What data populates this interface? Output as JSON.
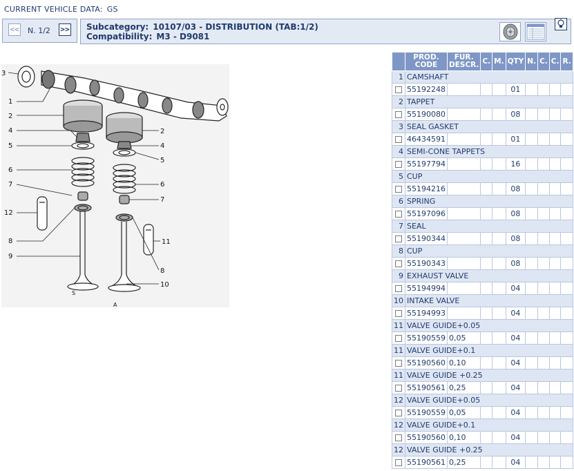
{
  "vehicle": {
    "label": "CURRENT VEHICLE DATA:",
    "value": "GS"
  },
  "nav": {
    "prev": "<<",
    "next": ">>",
    "page": "N. 1/2"
  },
  "subcategory": {
    "label": "Subcategory:",
    "value": "10107/03 - DISTRIBUTION (TAB:1/2)",
    "compat_label": "Compatibility:",
    "compat_value": "M3 - D9081"
  },
  "table": {
    "headers": {
      "prod_code": "PROD. CODE",
      "fur_descr": "FUR. DESCR.",
      "c1": "C.",
      "m": "M.",
      "qty": "QTY",
      "n": "N.",
      "c2": "C.",
      "c3": "C.",
      "r": "R."
    },
    "rows": [
      {
        "num": "1",
        "desc": "CAMSHAFT",
        "code": "55192248",
        "fur": "",
        "qty": "01"
      },
      {
        "num": "2",
        "desc": "TAPPET",
        "code": "55190080",
        "fur": "",
        "qty": "08"
      },
      {
        "num": "3",
        "desc": "SEAL GASKET",
        "code": "46434591",
        "fur": "",
        "qty": "01"
      },
      {
        "num": "4",
        "desc": "SEMI-CONE TAPPETS",
        "code": "55197794",
        "fur": "",
        "qty": "16"
      },
      {
        "num": "5",
        "desc": "CUP",
        "code": "55194216",
        "fur": "",
        "qty": "08"
      },
      {
        "num": "6",
        "desc": "SPRING",
        "code": "55197096",
        "fur": "",
        "qty": "08"
      },
      {
        "num": "7",
        "desc": "SEAL",
        "code": "55190344",
        "fur": "",
        "qty": "08"
      },
      {
        "num": "8",
        "desc": "CUP",
        "code": "55190343",
        "fur": "",
        "qty": "08"
      },
      {
        "num": "9",
        "desc": "EXHAUST VALVE",
        "code": "55194994",
        "fur": "",
        "qty": "04"
      },
      {
        "num": "10",
        "desc": "INTAKE VALVE",
        "code": "55194993",
        "fur": "",
        "qty": "04"
      },
      {
        "num": "11",
        "desc": "VALVE GUIDE+0.05",
        "code": "55190559",
        "fur": "0,05",
        "qty": "04"
      },
      {
        "num": "11",
        "desc": "VALVE GUIDE+0.1",
        "code": "55190560",
        "fur": "0,10",
        "qty": "04"
      },
      {
        "num": "11",
        "desc": "VALVE GUIDE +0.25",
        "code": "55190561",
        "fur": "0,25",
        "qty": "04"
      },
      {
        "num": "12",
        "desc": "VALVE GUIDE+0.05",
        "code": "55190559",
        "fur": "0,05",
        "qty": "04"
      },
      {
        "num": "12",
        "desc": "VALVE GUIDE+0.1",
        "code": "55190560",
        "fur": "0,10",
        "qty": "04"
      },
      {
        "num": "12",
        "desc": "VALVE GUIDE +0.25",
        "code": "55190561",
        "fur": "0,25",
        "qty": "04"
      }
    ]
  },
  "diagram": {
    "callouts": [
      "3",
      "1",
      "2",
      "4",
      "5",
      "6",
      "7",
      "12",
      "8",
      "9",
      "2",
      "4",
      "5",
      "6",
      "7",
      "11",
      "8",
      "10"
    ],
    "side_labels": [
      "S",
      "A"
    ]
  },
  "icons": {
    "wheel": "wheel-icon",
    "list": "list-view-icon",
    "help": "help-bulb-icon"
  },
  "colors": {
    "text": "#1f3a6e",
    "header_bg": "#7e97c6",
    "desc_row_bg": "#dfe6f3",
    "panel_bg": "#e4eaf4"
  }
}
